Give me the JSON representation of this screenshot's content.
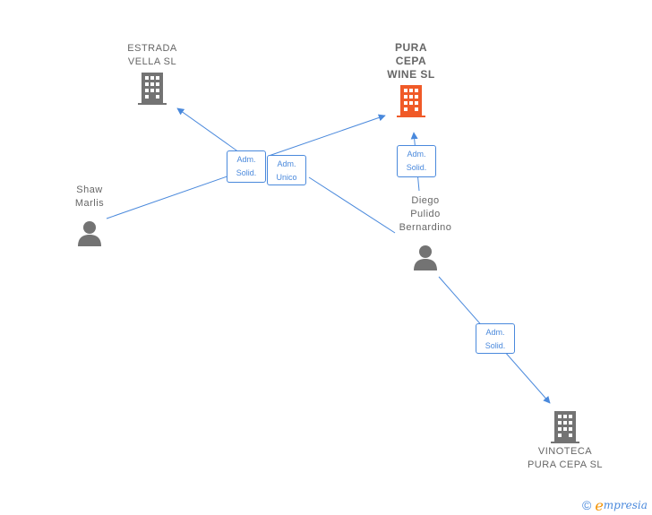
{
  "nodes": {
    "estrada": {
      "lines": [
        "ESTRADA",
        "VELLA  SL"
      ],
      "kind": "company",
      "highlight": false
    },
    "pura_cepa": {
      "lines": [
        "PURA",
        "CEPA",
        "WINE  SL"
      ],
      "kind": "company",
      "highlight": true
    },
    "shaw": {
      "lines": [
        "Shaw",
        "Marlis"
      ],
      "kind": "person"
    },
    "diego": {
      "lines": [
        "Diego",
        "Pulido",
        "Bernardino"
      ],
      "kind": "person"
    },
    "vinoteca": {
      "lines": [
        "VINOTECA",
        "PURA CEPA SL"
      ],
      "kind": "company",
      "highlight": false
    }
  },
  "edges": {
    "shaw_estrada": {
      "lines": [
        "Adm.",
        "Solid."
      ]
    },
    "diego_pura_via_center": {
      "lines": [
        "Adm.",
        "Unico"
      ]
    },
    "diego_pura": {
      "lines": [
        "Adm.",
        "Solid."
      ]
    },
    "diego_vinoteca": {
      "lines": [
        "Adm.",
        "Solid."
      ]
    }
  },
  "colors": {
    "edge": "#4a89dc",
    "company": "#737373",
    "highlight": "#f05a28",
    "person": "#737373",
    "text": "#666666"
  },
  "footer": {
    "copyright": "©",
    "brand_initial": "e",
    "brand_rest": "mpresia"
  }
}
